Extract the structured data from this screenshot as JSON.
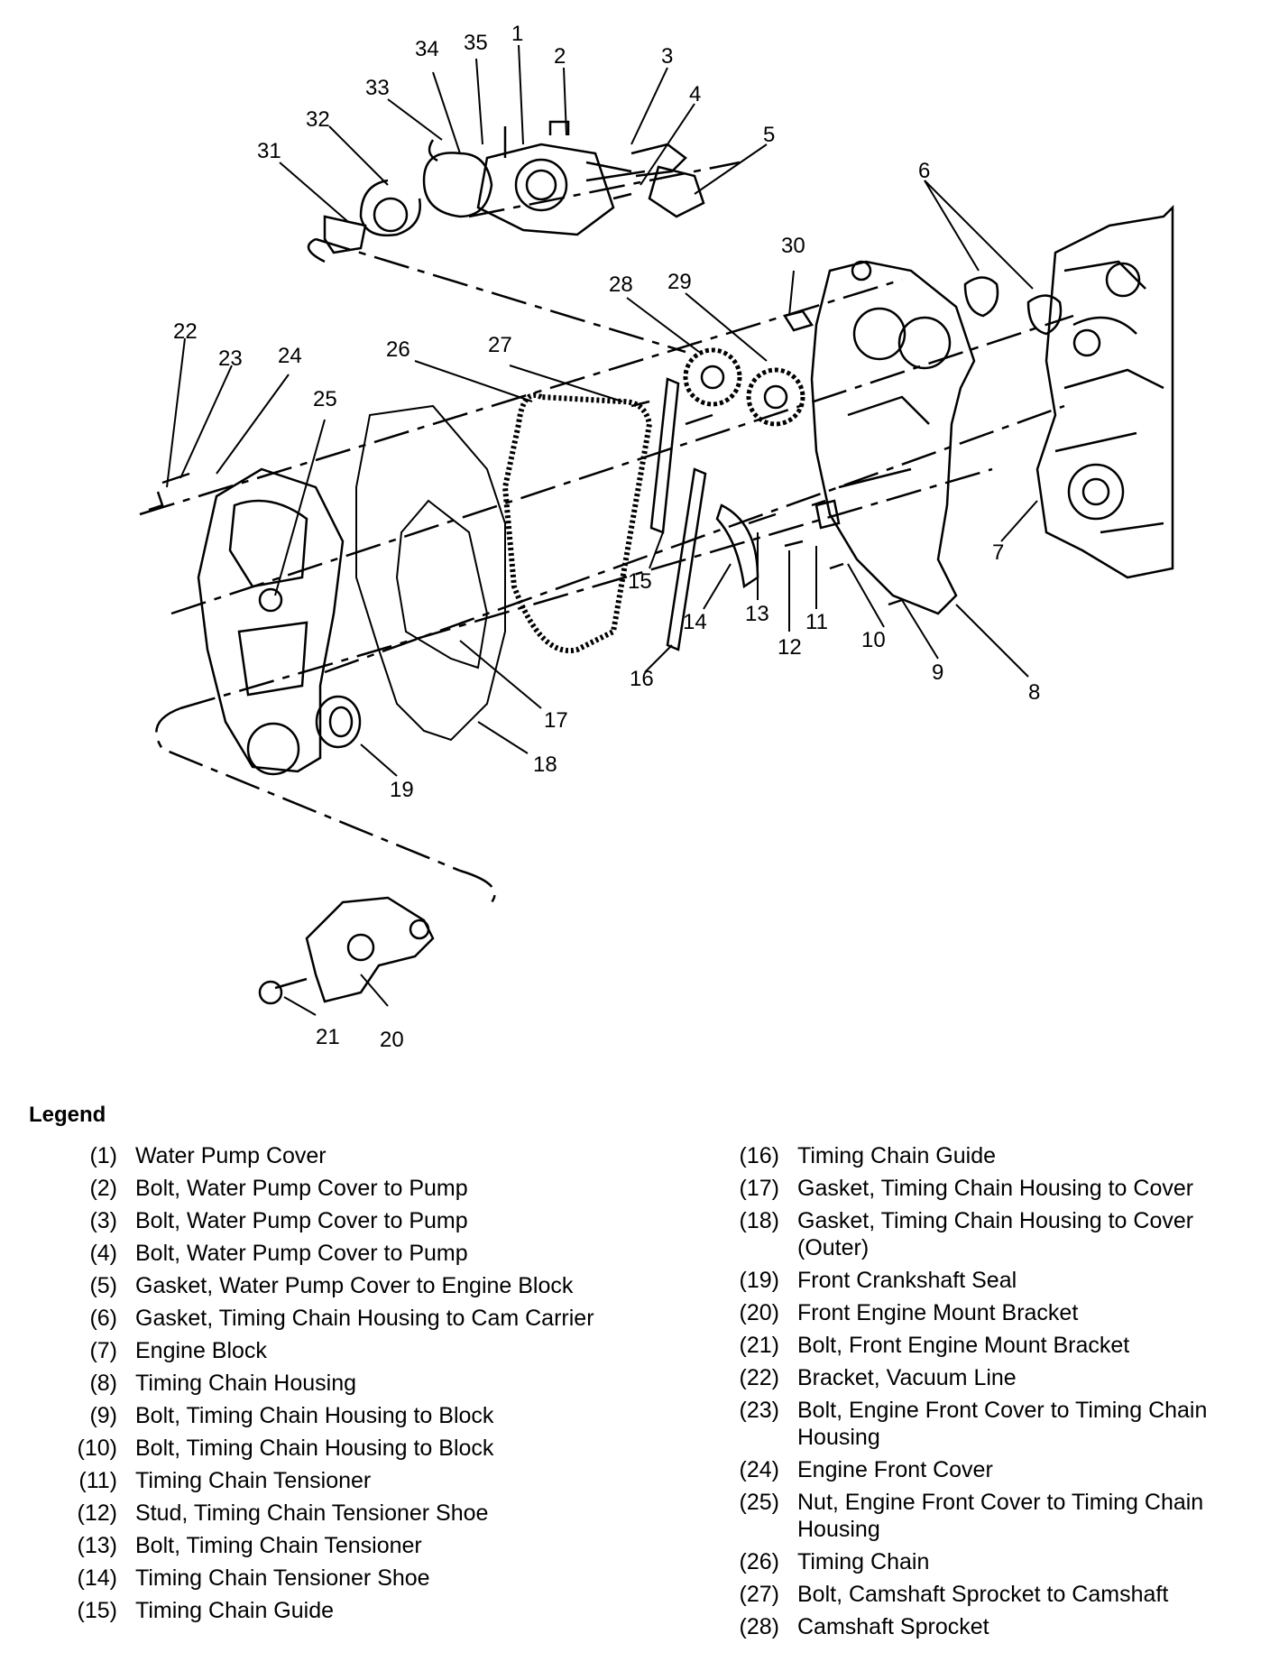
{
  "diagram": {
    "callouts": [
      "1",
      "2",
      "3",
      "4",
      "5",
      "6",
      "7",
      "8",
      "9",
      "10",
      "11",
      "12",
      "13",
      "14",
      "15",
      "16",
      "17",
      "18",
      "19",
      "20",
      "21",
      "22",
      "23",
      "24",
      "25",
      "26",
      "27",
      "28",
      "29",
      "30",
      "31",
      "32",
      "33",
      "34",
      "35"
    ]
  },
  "legend": {
    "title": "Legend",
    "left": [
      {
        "num": "(1)",
        "text": "Water Pump Cover"
      },
      {
        "num": "(2)",
        "text": "Bolt, Water Pump Cover to Pump"
      },
      {
        "num": "(3)",
        "text": "Bolt, Water Pump Cover to Pump"
      },
      {
        "num": "(4)",
        "text": "Bolt, Water Pump Cover to Pump"
      },
      {
        "num": "(5)",
        "text": "Gasket, Water Pump Cover to Engine Block"
      },
      {
        "num": "(6)",
        "text": "Gasket, Timing Chain Housing to Cam Carrier"
      },
      {
        "num": "(7)",
        "text": "Engine Block"
      },
      {
        "num": "(8)",
        "text": "Timing Chain Housing"
      },
      {
        "num": "(9)",
        "text": "Bolt, Timing Chain Housing to Block"
      },
      {
        "num": "(10)",
        "text": "Bolt, Timing Chain Housing to Block"
      },
      {
        "num": "(11)",
        "text": "Timing Chain Tensioner"
      },
      {
        "num": "(12)",
        "text": "Stud, Timing Chain Tensioner Shoe"
      },
      {
        "num": "(13)",
        "text": "Bolt, Timing Chain Tensioner"
      },
      {
        "num": "(14)",
        "text": "Timing Chain Tensioner Shoe"
      },
      {
        "num": "(15)",
        "text": "Timing Chain Guide"
      }
    ],
    "right": [
      {
        "num": "(16)",
        "text": "Timing Chain Guide"
      },
      {
        "num": "(17)",
        "text": "Gasket, Timing Chain Housing to Cover"
      },
      {
        "num": "(18)",
        "text": "Gasket, Timing Chain Housing to Cover (Outer)"
      },
      {
        "num": "(19)",
        "text": "Front Crankshaft Seal"
      },
      {
        "num": "(20)",
        "text": "Front Engine Mount Bracket"
      },
      {
        "num": "(21)",
        "text": "Bolt, Front Engine Mount Bracket"
      },
      {
        "num": "(22)",
        "text": "Bracket, Vacuum Line"
      },
      {
        "num": "(23)",
        "text": "Bolt, Engine Front Cover to Timing Chain Housing"
      },
      {
        "num": "(24)",
        "text": "Engine Front Cover"
      },
      {
        "num": "(25)",
        "text": "Nut, Engine Front Cover to Timing Chain Housing"
      },
      {
        "num": "(26)",
        "text": "Timing Chain"
      },
      {
        "num": "(27)",
        "text": "Bolt, Camshaft Sprocket to Camshaft"
      },
      {
        "num": "(28)",
        "text": "Camshaft Sprocket"
      }
    ]
  }
}
